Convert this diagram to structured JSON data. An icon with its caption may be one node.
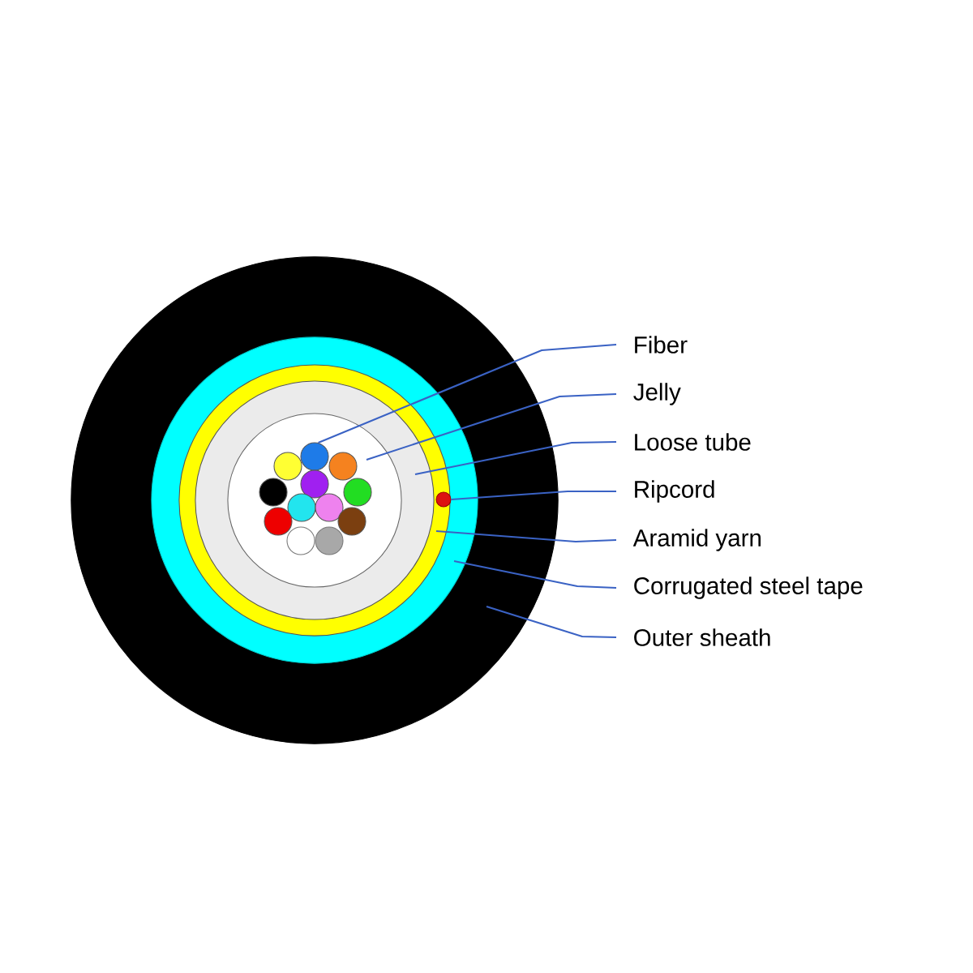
{
  "diagram": {
    "nodes": [
      {
        "text": [],
        "shape": "circle"
      },
      {
        "text": [],
        "shape": "circle",
        "in": 0
      },
      {
        "text": [],
        "shape": "circle",
        "in": 1
      },
      {
        "text": [],
        "shape": "circle",
        "in": 2
      },
      {
        "text": [],
        "shape": "circle",
        "in": 3
      },
      {
        "text": [],
        "shape": "circle",
        "in": 4
      },
      {
        "text": [],
        "shape": "circle",
        "in": 4
      },
      {
        "text": [],
        "shape": "circle",
        "in": 4
      },
      {
        "text": [],
        "shape": "circle",
        "in": 4
      },
      {
        "text": [],
        "shape": "circle",
        "in": 4
      },
      {
        "text": [],
        "shape": "circle",
        "in": 4
      },
      {
        "text": [],
        "shape": "circle",
        "in": 4
      },
      {
        "text": [],
        "shape": "circle",
        "in": 4
      },
      {
        "text": [],
        "shape": "circle",
        "in": 4
      },
      {
        "text": [],
        "shape": "circle",
        "in": 4
      },
      {
        "text": [],
        "shape": "circle",
        "in": 4
      },
      {
        "text": [],
        "shape": "circle",
        "in": 4
      },
      {
        "text": [],
        "shape": "circle",
        "in": 2
      },
      {
        "text": [
          "Fiber"
        ]
      },
      {
        "text": [
          "Jelly"
        ]
      },
      {
        "text": [
          "Loose tube"
        ]
      },
      {
        "text": [
          "Ripcord"
        ]
      },
      {
        "text": [
          "Aramid yarn"
        ]
      },
      {
        "text": [
          "Corrugated steel tape"
        ]
      },
      {
        "text": [
          "Outer sheath"
        ]
      }
    ],
    "edges": [
      {
        "from": 18,
        "to": 5,
        "arrow": "none"
      },
      {
        "from": 19,
        "to": 4,
        "arrow": "none"
      },
      {
        "from": 20,
        "to": 3,
        "arrow": "none"
      },
      {
        "from": 21,
        "to": 17,
        "arrow": "none"
      },
      {
        "from": 22,
        "to": 2,
        "arrow": "none"
      },
      {
        "from": 23,
        "to": 1,
        "arrow": "none"
      },
      {
        "from": 24,
        "to": 0,
        "arrow": "none"
      }
    ]
  }
}
